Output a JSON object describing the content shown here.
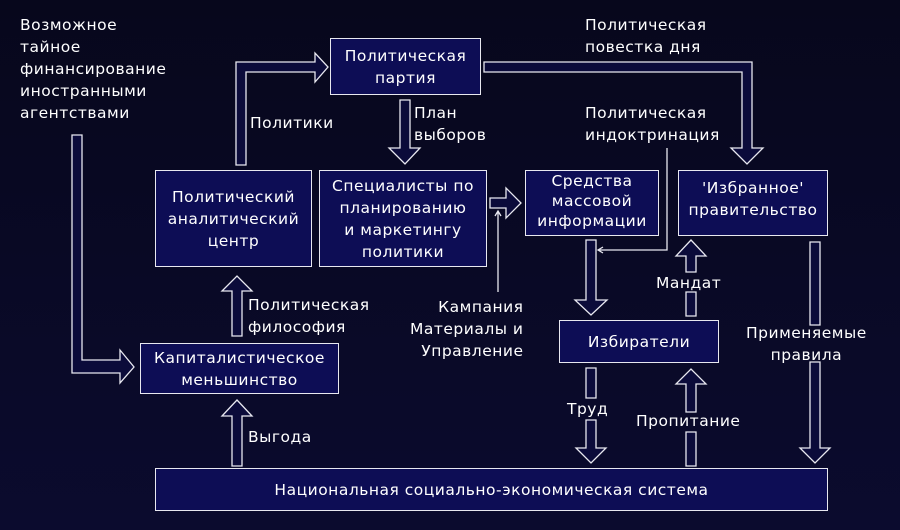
{
  "boxes": {
    "party": "Политическая\nпартия",
    "think_tank": "Политический\nаналитический\nцентр",
    "specialists": "Специалисты по\nпланированию\nи маркетингу\nполитики",
    "media": "Средства\nмассовой\nинформации",
    "government": "'Избранное'\nправительство",
    "voters": "Избиратели",
    "minority": "Капиталистическое\nменьшинство",
    "system": "Национальная социально-экономическая система"
  },
  "labels": {
    "foreign_funding": "Возможное\nтайное\nфинансирование\nиностранными\nагентствами",
    "policies": "Политики",
    "election_plan": "План\nвыборов",
    "agenda": "Политическая\nповестка дня",
    "indoctrination": "Политическая\nиндоктринация",
    "campaign": "Кампания\nМатериалы и\nУправление",
    "philosophy": "Политическая\nфилософия",
    "mandate": "Мандат",
    "rules": "Применяемые\nправила",
    "labour": "Труд",
    "sustenance": "Пропитание",
    "profit": "Выгода"
  }
}
